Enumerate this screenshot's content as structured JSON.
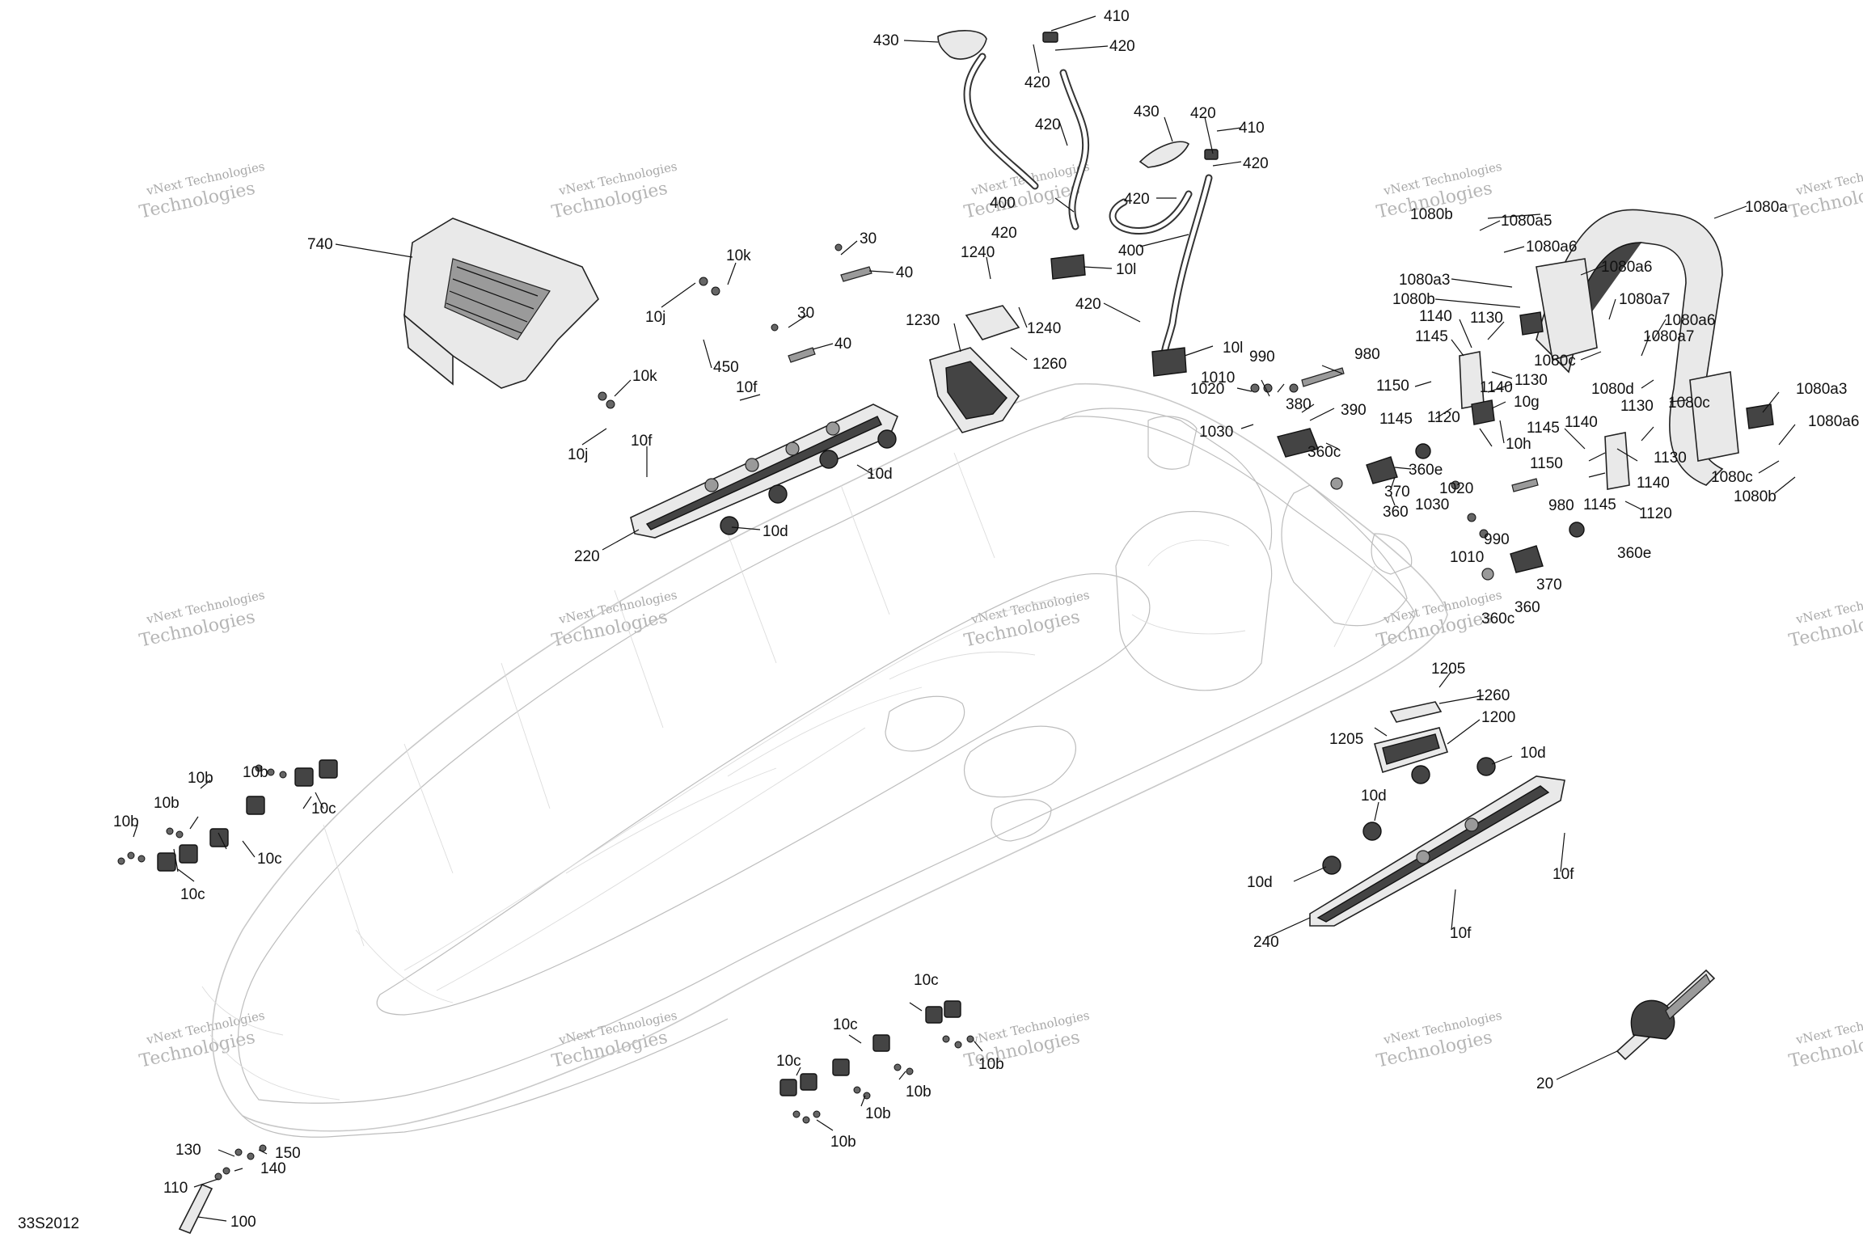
{
  "diagram_code": "33S2012",
  "watermark": {
    "line1": "vNext Technologies",
    "line2": "Technologies",
    "small": "vNext"
  },
  "callouts": [
    {
      "id": "c430a",
      "text": "430"
    },
    {
      "id": "c410a",
      "text": "410"
    },
    {
      "id": "c420a",
      "text": "420"
    },
    {
      "id": "c420b",
      "text": "420"
    },
    {
      "id": "c420c",
      "text": "420"
    },
    {
      "id": "c430b",
      "text": "430"
    },
    {
      "id": "c420d",
      "text": "420"
    },
    {
      "id": "c410b",
      "text": "410"
    },
    {
      "id": "c420e",
      "text": "420"
    },
    {
      "id": "c420f",
      "text": "420"
    },
    {
      "id": "c400a",
      "text": "400"
    },
    {
      "id": "c420g",
      "text": "420"
    },
    {
      "id": "c400b",
      "text": "400"
    },
    {
      "id": "c10l_a",
      "text": "10l"
    },
    {
      "id": "c420h",
      "text": "420"
    },
    {
      "id": "c10l_b",
      "text": "10l"
    },
    {
      "id": "c740",
      "text": "740"
    },
    {
      "id": "c10k_a",
      "text": "10k"
    },
    {
      "id": "c10j_a",
      "text": "10j"
    },
    {
      "id": "c30a",
      "text": "30"
    },
    {
      "id": "c40a",
      "text": "40"
    },
    {
      "id": "c30b",
      "text": "30"
    },
    {
      "id": "c40b",
      "text": "40"
    },
    {
      "id": "c450",
      "text": "450"
    },
    {
      "id": "c10k_b",
      "text": "10k"
    },
    {
      "id": "c10j_b",
      "text": "10j"
    },
    {
      "id": "c10f_a",
      "text": "10f"
    },
    {
      "id": "c10f_b",
      "text": "10f"
    },
    {
      "id": "c10d_a",
      "text": "10d"
    },
    {
      "id": "c10d_b",
      "text": "10d"
    },
    {
      "id": "c220",
      "text": "220"
    },
    {
      "id": "c1240a",
      "text": "1240"
    },
    {
      "id": "c1240b",
      "text": "1240"
    },
    {
      "id": "c1230",
      "text": "1230"
    },
    {
      "id": "c1260a",
      "text": "1260"
    },
    {
      "id": "c990a",
      "text": "990"
    },
    {
      "id": "c980a",
      "text": "980"
    },
    {
      "id": "c1010a",
      "text": "1010"
    },
    {
      "id": "c1020a",
      "text": "1020"
    },
    {
      "id": "c380",
      "text": "380"
    },
    {
      "id": "c390",
      "text": "390"
    },
    {
      "id": "c1030a",
      "text": "1030"
    },
    {
      "id": "c360c_a",
      "text": "360c"
    },
    {
      "id": "c360e_a",
      "text": "360e"
    },
    {
      "id": "c370a",
      "text": "370"
    },
    {
      "id": "c360a",
      "text": "360"
    },
    {
      "id": "c1030b",
      "text": "1030"
    },
    {
      "id": "c1020b",
      "text": "1020"
    },
    {
      "id": "c980b",
      "text": "980"
    },
    {
      "id": "c990b",
      "text": "990"
    },
    {
      "id": "c1010b",
      "text": "1010"
    },
    {
      "id": "c360e_b",
      "text": "360e"
    },
    {
      "id": "c370b",
      "text": "370"
    },
    {
      "id": "c360b",
      "text": "360"
    },
    {
      "id": "c360c_b",
      "text": "360c"
    },
    {
      "id": "c1080b_a",
      "text": "1080b"
    },
    {
      "id": "c1080a5",
      "text": "1080a5"
    },
    {
      "id": "c1080a6_a",
      "text": "1080a6"
    },
    {
      "id": "c1080a3_a",
      "text": "1080a3"
    },
    {
      "id": "c1080b_b",
      "text": "1080b"
    },
    {
      "id": "c1080a",
      "text": "1080a"
    },
    {
      "id": "c1080a6_b",
      "text": "1080a6"
    },
    {
      "id": "c1080a7_a",
      "text": "1080a7"
    },
    {
      "id": "c1080a6_c",
      "text": "1080a6"
    },
    {
      "id": "c1080a7_b",
      "text": "1080a7"
    },
    {
      "id": "c1080c_a",
      "text": "1080c"
    },
    {
      "id": "c1080d",
      "text": "1080d"
    },
    {
      "id": "c1080c_b",
      "text": "1080c"
    },
    {
      "id": "c1080a3_b",
      "text": "1080a3"
    },
    {
      "id": "c1080a6_d",
      "text": "1080a6"
    },
    {
      "id": "c1080c_c",
      "text": "1080c"
    },
    {
      "id": "c1080b_c",
      "text": "1080b"
    },
    {
      "id": "c1140a",
      "text": "1140"
    },
    {
      "id": "c1130a",
      "text": "1130"
    },
    {
      "id": "c1145a",
      "text": "1145"
    },
    {
      "id": "c1130b",
      "text": "1130"
    },
    {
      "id": "c1150a",
      "text": "1150"
    },
    {
      "id": "c1140b",
      "text": "1140"
    },
    {
      "id": "c10g",
      "text": "10g"
    },
    {
      "id": "c1145b",
      "text": "1145"
    },
    {
      "id": "c1120a",
      "text": "1120"
    },
    {
      "id": "c10h",
      "text": "10h"
    },
    {
      "id": "c1130c",
      "text": "1130"
    },
    {
      "id": "c1140c",
      "text": "1140"
    },
    {
      "id": "c1145c",
      "text": "1145"
    },
    {
      "id": "c1130d",
      "text": "1130"
    },
    {
      "id": "c1150b",
      "text": "1150"
    },
    {
      "id": "c1140d",
      "text": "1140"
    },
    {
      "id": "c1145d",
      "text": "1145"
    },
    {
      "id": "c1120b",
      "text": "1120"
    },
    {
      "id": "c1205a",
      "text": "1205"
    },
    {
      "id": "c1260b",
      "text": "1260"
    },
    {
      "id": "c1205b",
      "text": "1205"
    },
    {
      "id": "c1200",
      "text": "1200"
    },
    {
      "id": "c10d_c",
      "text": "10d"
    },
    {
      "id": "c10d_d",
      "text": "10d"
    },
    {
      "id": "c10d_e",
      "text": "10d"
    },
    {
      "id": "c10f_c",
      "text": "10f"
    },
    {
      "id": "c240",
      "text": "240"
    },
    {
      "id": "c10f_d",
      "text": "10f"
    },
    {
      "id": "c20",
      "text": "20"
    },
    {
      "id": "c10b_a",
      "text": "10b"
    },
    {
      "id": "c10b_b",
      "text": "10b"
    },
    {
      "id": "c10b_c",
      "text": "10b"
    },
    {
      "id": "c10b_d",
      "text": "10b"
    },
    {
      "id": "c10c_a",
      "text": "10c"
    },
    {
      "id": "c10c_b",
      "text": "10c"
    },
    {
      "id": "c10c_c",
      "text": "10c"
    },
    {
      "id": "c10c_d",
      "text": "10c"
    },
    {
      "id": "c10c_e",
      "text": "10c"
    },
    {
      "id": "c10c_f",
      "text": "10c"
    },
    {
      "id": "c10b_e",
      "text": "10b"
    },
    {
      "id": "c10b_f",
      "text": "10b"
    },
    {
      "id": "c10b_g",
      "text": "10b"
    },
    {
      "id": "c10b_h",
      "text": "10b"
    },
    {
      "id": "c130",
      "text": "130"
    },
    {
      "id": "c150",
      "text": "150"
    },
    {
      "id": "c140",
      "text": "140"
    },
    {
      "id": "c110",
      "text": "110"
    },
    {
      "id": "c100",
      "text": "100"
    }
  ]
}
